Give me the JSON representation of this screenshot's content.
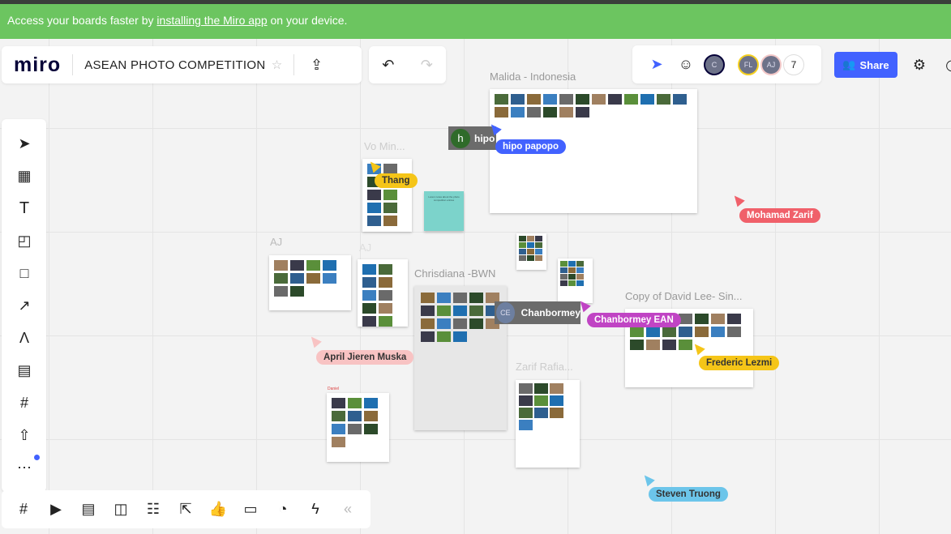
{
  "banner": {
    "prefix": "Access your boards faster by ",
    "link": "installing the Miro app",
    "suffix": " on your device."
  },
  "header": {
    "logo": "miro",
    "board_title": "ASEAN PHOTO COMPETITION"
  },
  "collab": {
    "current_user": "C",
    "avatars": [
      "FL",
      "AJ"
    ],
    "more_count": "7",
    "share_label": "Share"
  },
  "frames": [
    {
      "label": "Malida - Indonesia"
    },
    {
      "label": "Vo Min..."
    },
    {
      "label": "AJ"
    },
    {
      "label": "AJ"
    },
    {
      "label": "Chrisdiana -BWN"
    },
    {
      "label": "Copy of David Lee- Sin..."
    },
    {
      "label": "Zarif Rafia..."
    },
    {
      "label": "Daniel"
    }
  ],
  "sticky_note": "Lorem notes about the photo competition entries",
  "cursors": [
    {
      "name": "Thang",
      "color": "#f5c518"
    },
    {
      "name": "hipo papopo",
      "color": "#4262ff"
    },
    {
      "name": "Mohamad Zarif",
      "color": "#f0606a"
    },
    {
      "name": "Chanbormey EAN",
      "color": "#c044c4"
    },
    {
      "name": "April Jieren Muska",
      "color": "#f8c3c3"
    },
    {
      "name": "Frederic Lezmi",
      "color": "#f5c518"
    },
    {
      "name": "Steven Truong",
      "color": "#6cc5ea"
    }
  ],
  "user_tags": [
    {
      "initial": "h",
      "name": "hipo"
    },
    {
      "initial": "CE",
      "name": "Chanbormey"
    }
  ],
  "collapse_label": "«"
}
